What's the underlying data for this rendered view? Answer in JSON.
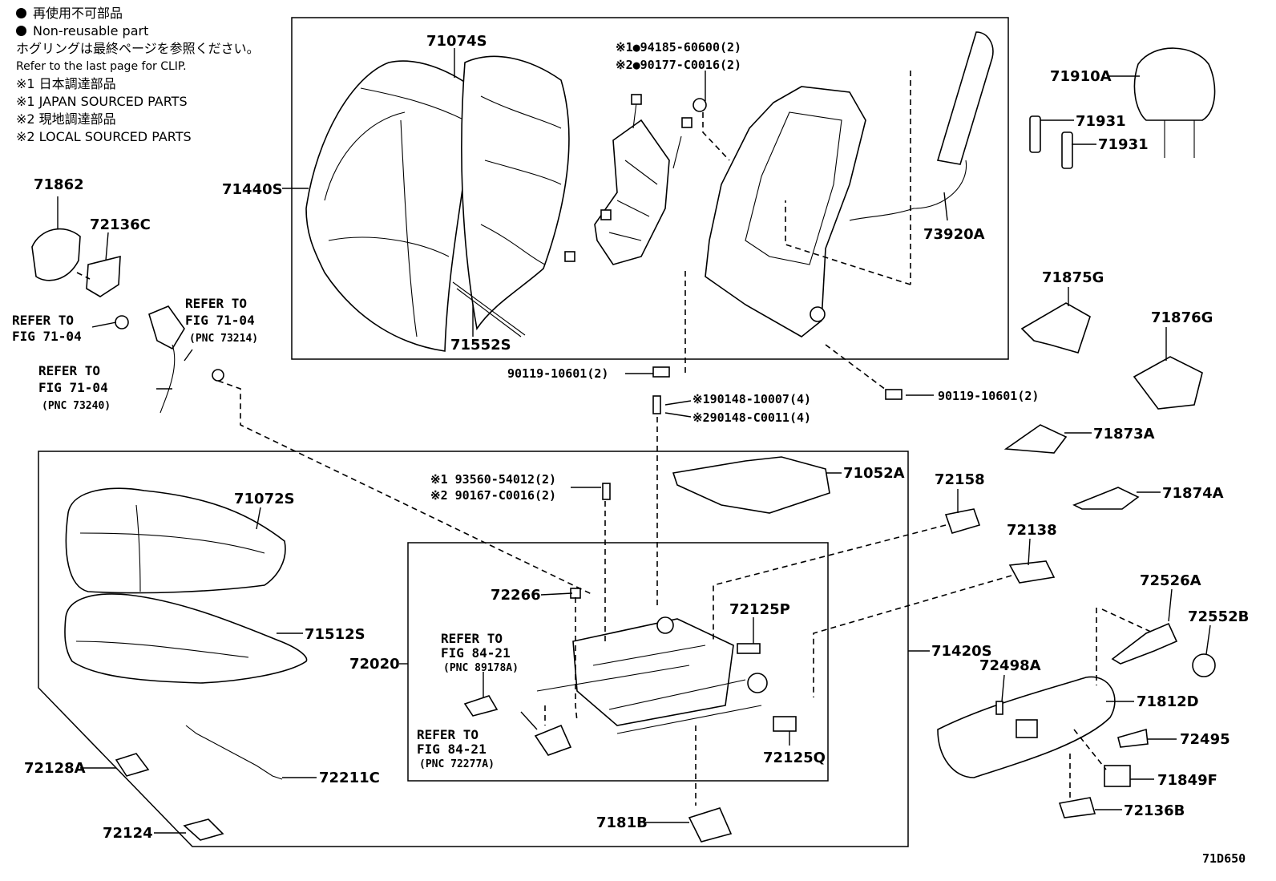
{
  "legend": {
    "non_reusable_jp": "再使用不可部品",
    "non_reusable_en": "Non-reusable part",
    "clip_note_jp": "ホグリングは最終ページを参照ください。",
    "clip_note_en": "Refer to the last page for CLIP.",
    "japan_sourced_jp": "※1 日本調達部品",
    "japan_sourced_en": "※1 JAPAN SOURCED PARTS",
    "local_sourced_jp": "※2 現地調達部品",
    "local_sourced_en": "※2 LOCAL SOURCED PARTS"
  },
  "labels": {
    "p71074S": "71074S",
    "p94185": "※1●94185-60600(2)",
    "p90177": "※2●90177-C0016(2)",
    "p71910A": "71910A",
    "p71931a": "71931",
    "p71931b": "71931",
    "p71862": "71862",
    "p72136C": "72136C",
    "p71440S": "71440S",
    "p73920A": "73920A",
    "p71875G": "71875G",
    "p71876G": "71876G",
    "p71552S": "71552S",
    "p90119a": "90119-10601(2)",
    "p90119b": "90119-10601(2)",
    "p90148a": "※190148-10007(4)",
    "p90148b": "※290148-C0011(4)",
    "p71873A": "71873A",
    "p71052A": "71052A",
    "p93560": "※1 93560-54012(2)",
    "p90167": "※2 90167-C0016(2)",
    "p72158": "72158",
    "p71874A": "71874A",
    "p72138": "72138",
    "p71072S": "71072S",
    "p72266": "72266",
    "p72125P": "72125P",
    "p72526A": "72526A",
    "p72552B": "72552B",
    "p71512S": "71512S",
    "p72020": "72020",
    "p71420S": "71420S",
    "p72498A": "72498A",
    "p71812D": "71812D",
    "p72495": "72495",
    "p72125Q": "72125Q",
    "p71849F": "71849F",
    "p72128A": "72128A",
    "p72211C": "72211C",
    "p72136B": "72136B",
    "p72124": "72124",
    "p7181B": "7181B",
    "diagram_code": "71D650"
  },
  "refs": {
    "r1_line1": "REFER TO",
    "r1_line2": "FIG 71-04",
    "r2_line1": "REFER TO",
    "r2_line2": "FIG 71-04",
    "r2_line3": "(PNC 73214)",
    "r3_line1": "REFER TO",
    "r3_line2": "FIG 71-04",
    "r3_line3": "(PNC 73240)",
    "r4_line1": "REFER TO",
    "r4_line2": "FIG 84-21",
    "r4_line3": "(PNC 89178A)",
    "r5_line1": "REFER TO",
    "r5_line2": "FIG 84-21",
    "r5_line3": "(PNC 72277A)"
  }
}
